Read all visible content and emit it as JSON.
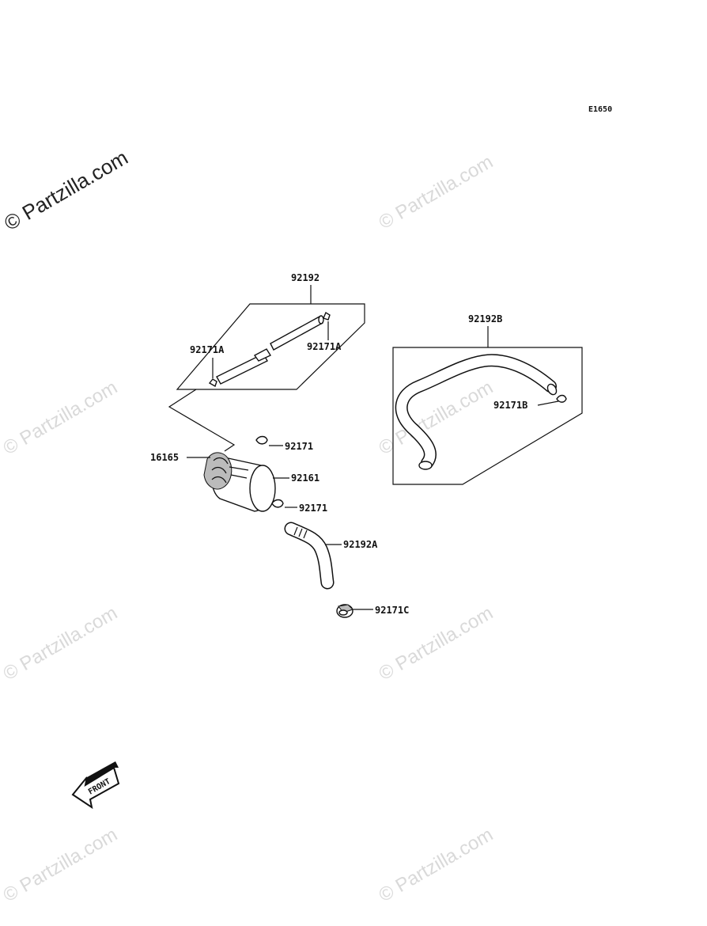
{
  "diagram_code": "E1650",
  "watermark_main": "© Partzilla.com",
  "watermark_faint": "© Partzilla.com",
  "parts": {
    "p92192": "92192",
    "p92192b": "92192B",
    "p92171a_left": "92171A",
    "p92171a_right": "92171A",
    "p92171b": "92171B",
    "p92171_top": "92171",
    "p16165": "16165",
    "p92161": "92161",
    "p92171_bottom": "92171",
    "p92192a": "92192A",
    "p92171c": "92171C"
  },
  "front_label": "FRONT"
}
